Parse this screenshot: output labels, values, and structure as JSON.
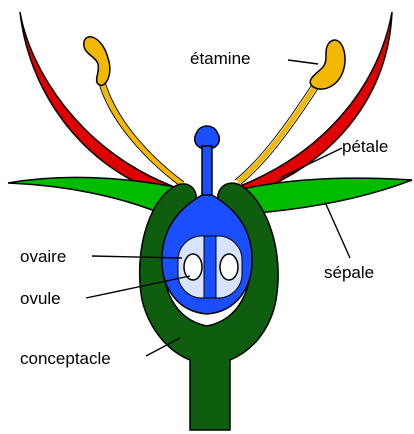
{
  "diagram": {
    "labels": {
      "etamine": "étamine",
      "petale": "pétale",
      "sepale": "sépale",
      "ovaire": "ovaire",
      "ovule": "ovule",
      "conceptacle": "conceptacle"
    }
  },
  "colors": {
    "stamen": "#f5b800",
    "petal": "#e00000",
    "sepal": "#00bb00",
    "receptacle": "#0f5e0f",
    "ovary": "#1a4fff",
    "ovary_chamber": "#d8e4ff",
    "outline": "#000000",
    "background": "#ffffff"
  }
}
